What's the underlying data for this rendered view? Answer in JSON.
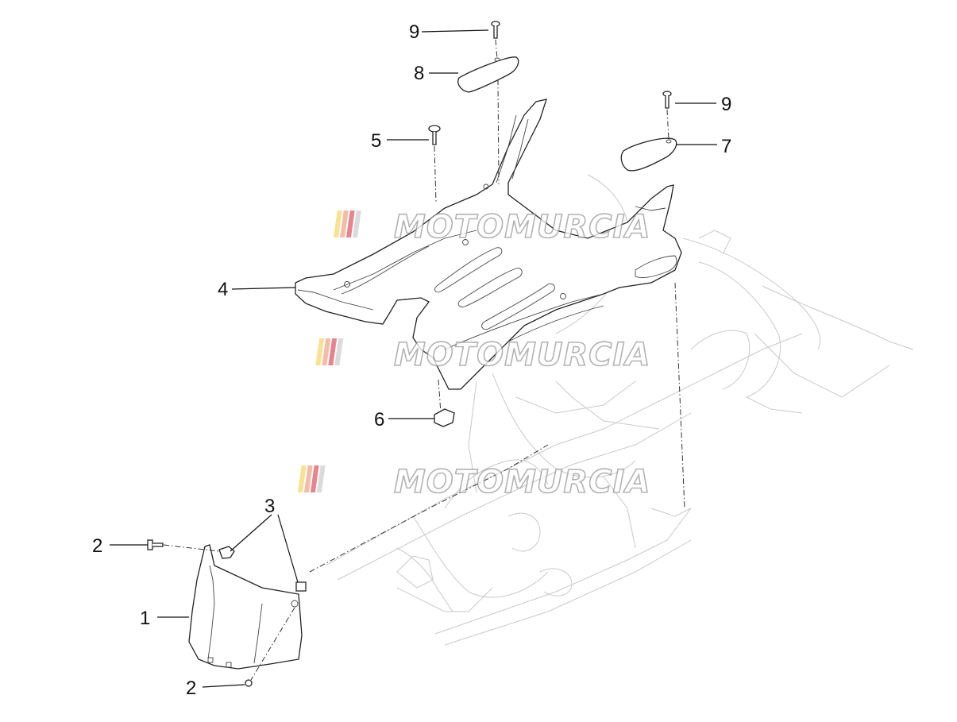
{
  "diagram": {
    "callouts": [
      "1",
      "2",
      "2",
      "3",
      "4",
      "5",
      "6",
      "7",
      "8",
      "9",
      "9"
    ],
    "watermark_text": "MOTOMURCIA",
    "watermark_colors": [
      "#f5d76e",
      "#f0a88a",
      "#e25b6a",
      "#cfcfcf"
    ]
  }
}
